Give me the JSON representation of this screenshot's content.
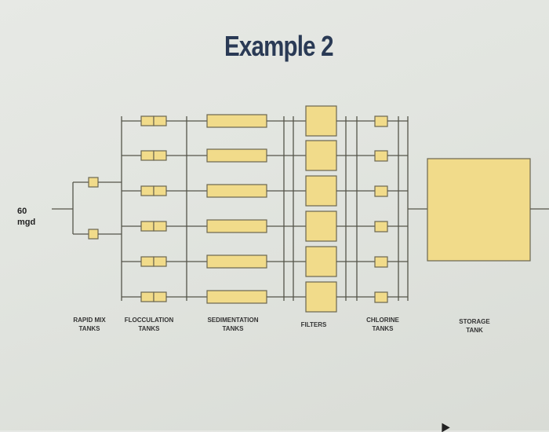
{
  "title": "Example 2",
  "flow": {
    "value": "60",
    "unit": "mgd"
  },
  "labels": {
    "rapid_mix": "RAPID MIX\nTANKS",
    "flocculation": "FLOCCULATION\nTANKS",
    "sedimentation": "SEDIMENTATION\nTANKS",
    "filters": "FILTERS",
    "chlorine": "CHLORINE\nTANKS",
    "storage": "STORAGE\nTANK"
  },
  "counts": {
    "rapid_mix": 2,
    "flocculation": 6,
    "sedimentation": 6,
    "filters": 6,
    "chlorine": 6,
    "storage": 1
  },
  "colors": {
    "fill": "#f1db8a",
    "fill_dark": "#e9cf6e",
    "stroke": "#6b6650",
    "line": "#55554a"
  }
}
